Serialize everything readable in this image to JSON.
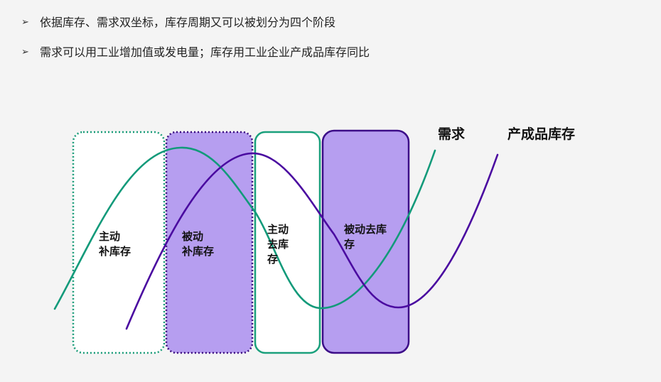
{
  "bullets": [
    {
      "marker": "➢",
      "text": "依据库存、需求双坐标，库存周期又可以被划分为四个阶段"
    },
    {
      "marker": "➢",
      "text": "需求可以用工业增加值或发电量；库存用工业企业产成品库存同比"
    }
  ],
  "stages": [
    {
      "line1": "主动",
      "line2": "补库存",
      "line3": ""
    },
    {
      "line1": "被动",
      "line2": "补库存",
      "line3": ""
    },
    {
      "line1": "主动",
      "line2": "去库",
      "line3": "存"
    },
    {
      "line1": "被动去库",
      "line2": "存",
      "line3": ""
    }
  ],
  "legend": {
    "demand": "需求",
    "inventory": "产成品库存"
  },
  "colors": {
    "demand_curve": "#129a7a",
    "inventory_curve": "#4a0aa0",
    "stage_fill": "#b69ef0",
    "stage_border_1": "#189c78",
    "stage_border_2": "#3a0c80",
    "stage_border_3": "#1aa07c",
    "stage_border_4": "#3c0c88"
  }
}
